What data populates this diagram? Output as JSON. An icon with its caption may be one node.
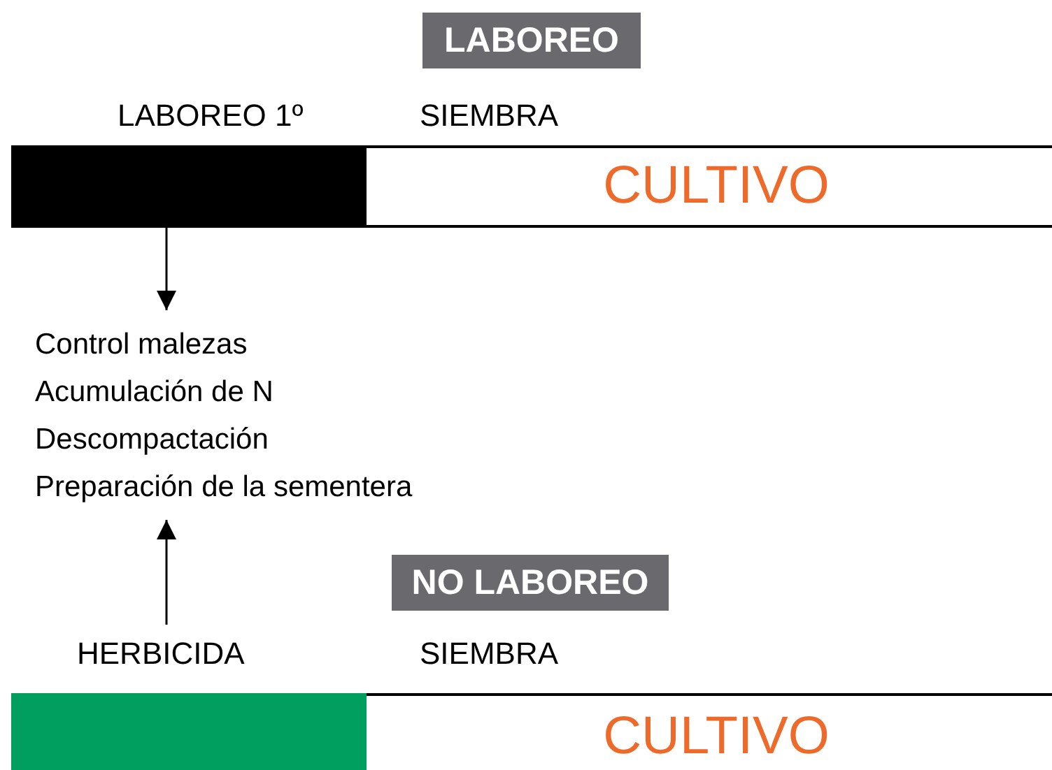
{
  "diagram": {
    "nodes": [
      {
        "text": [
          "LABOREO"
        ]
      },
      {
        "text": [],
        "shape": "bar"
      },
      {
        "text": [
          "CULTIVO"
        ]
      },
      {
        "text": [
          "Control malezas",
          "Acumulación de N",
          "Descompactación",
          "Preparación de la sementera"
        ]
      },
      {
        "text": [
          "NO LABOREO"
        ]
      },
      {
        "text": [
          "HERBICIDA"
        ]
      },
      {
        "text": [],
        "shape": "bar"
      },
      {
        "text": [
          "CULTIVO"
        ]
      }
    ],
    "edges": [
      {
        "from": 1,
        "to": 3,
        "arrow": "to"
      },
      {
        "from": 5,
        "to": 3,
        "arrow": "to"
      }
    ],
    "labels": [
      "LABOREO 1º",
      "SIEMBRA",
      "SIEMBRA"
    ]
  }
}
